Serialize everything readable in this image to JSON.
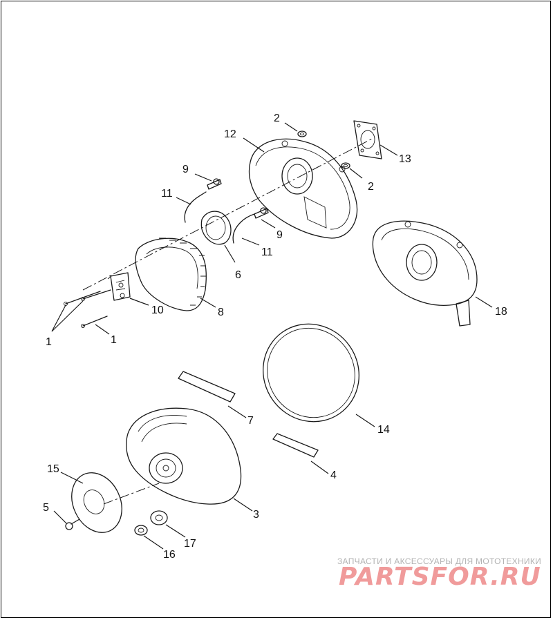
{
  "diagram": {
    "callouts": [
      "1",
      "1",
      "2",
      "2",
      "3",
      "4",
      "5",
      "6",
      "7",
      "8",
      "9",
      "9",
      "10",
      "11",
      "11",
      "12",
      "13",
      "14",
      "15",
      "16",
      "17",
      "18"
    ]
  },
  "watermark": {
    "caption": "ЗАПЧАСТИ И АКСЕССУАРЫ ДЛЯ МОТОТЕХНИКИ",
    "logo": "PARTSFOR.RU",
    "color": "#ec7a7a"
  }
}
